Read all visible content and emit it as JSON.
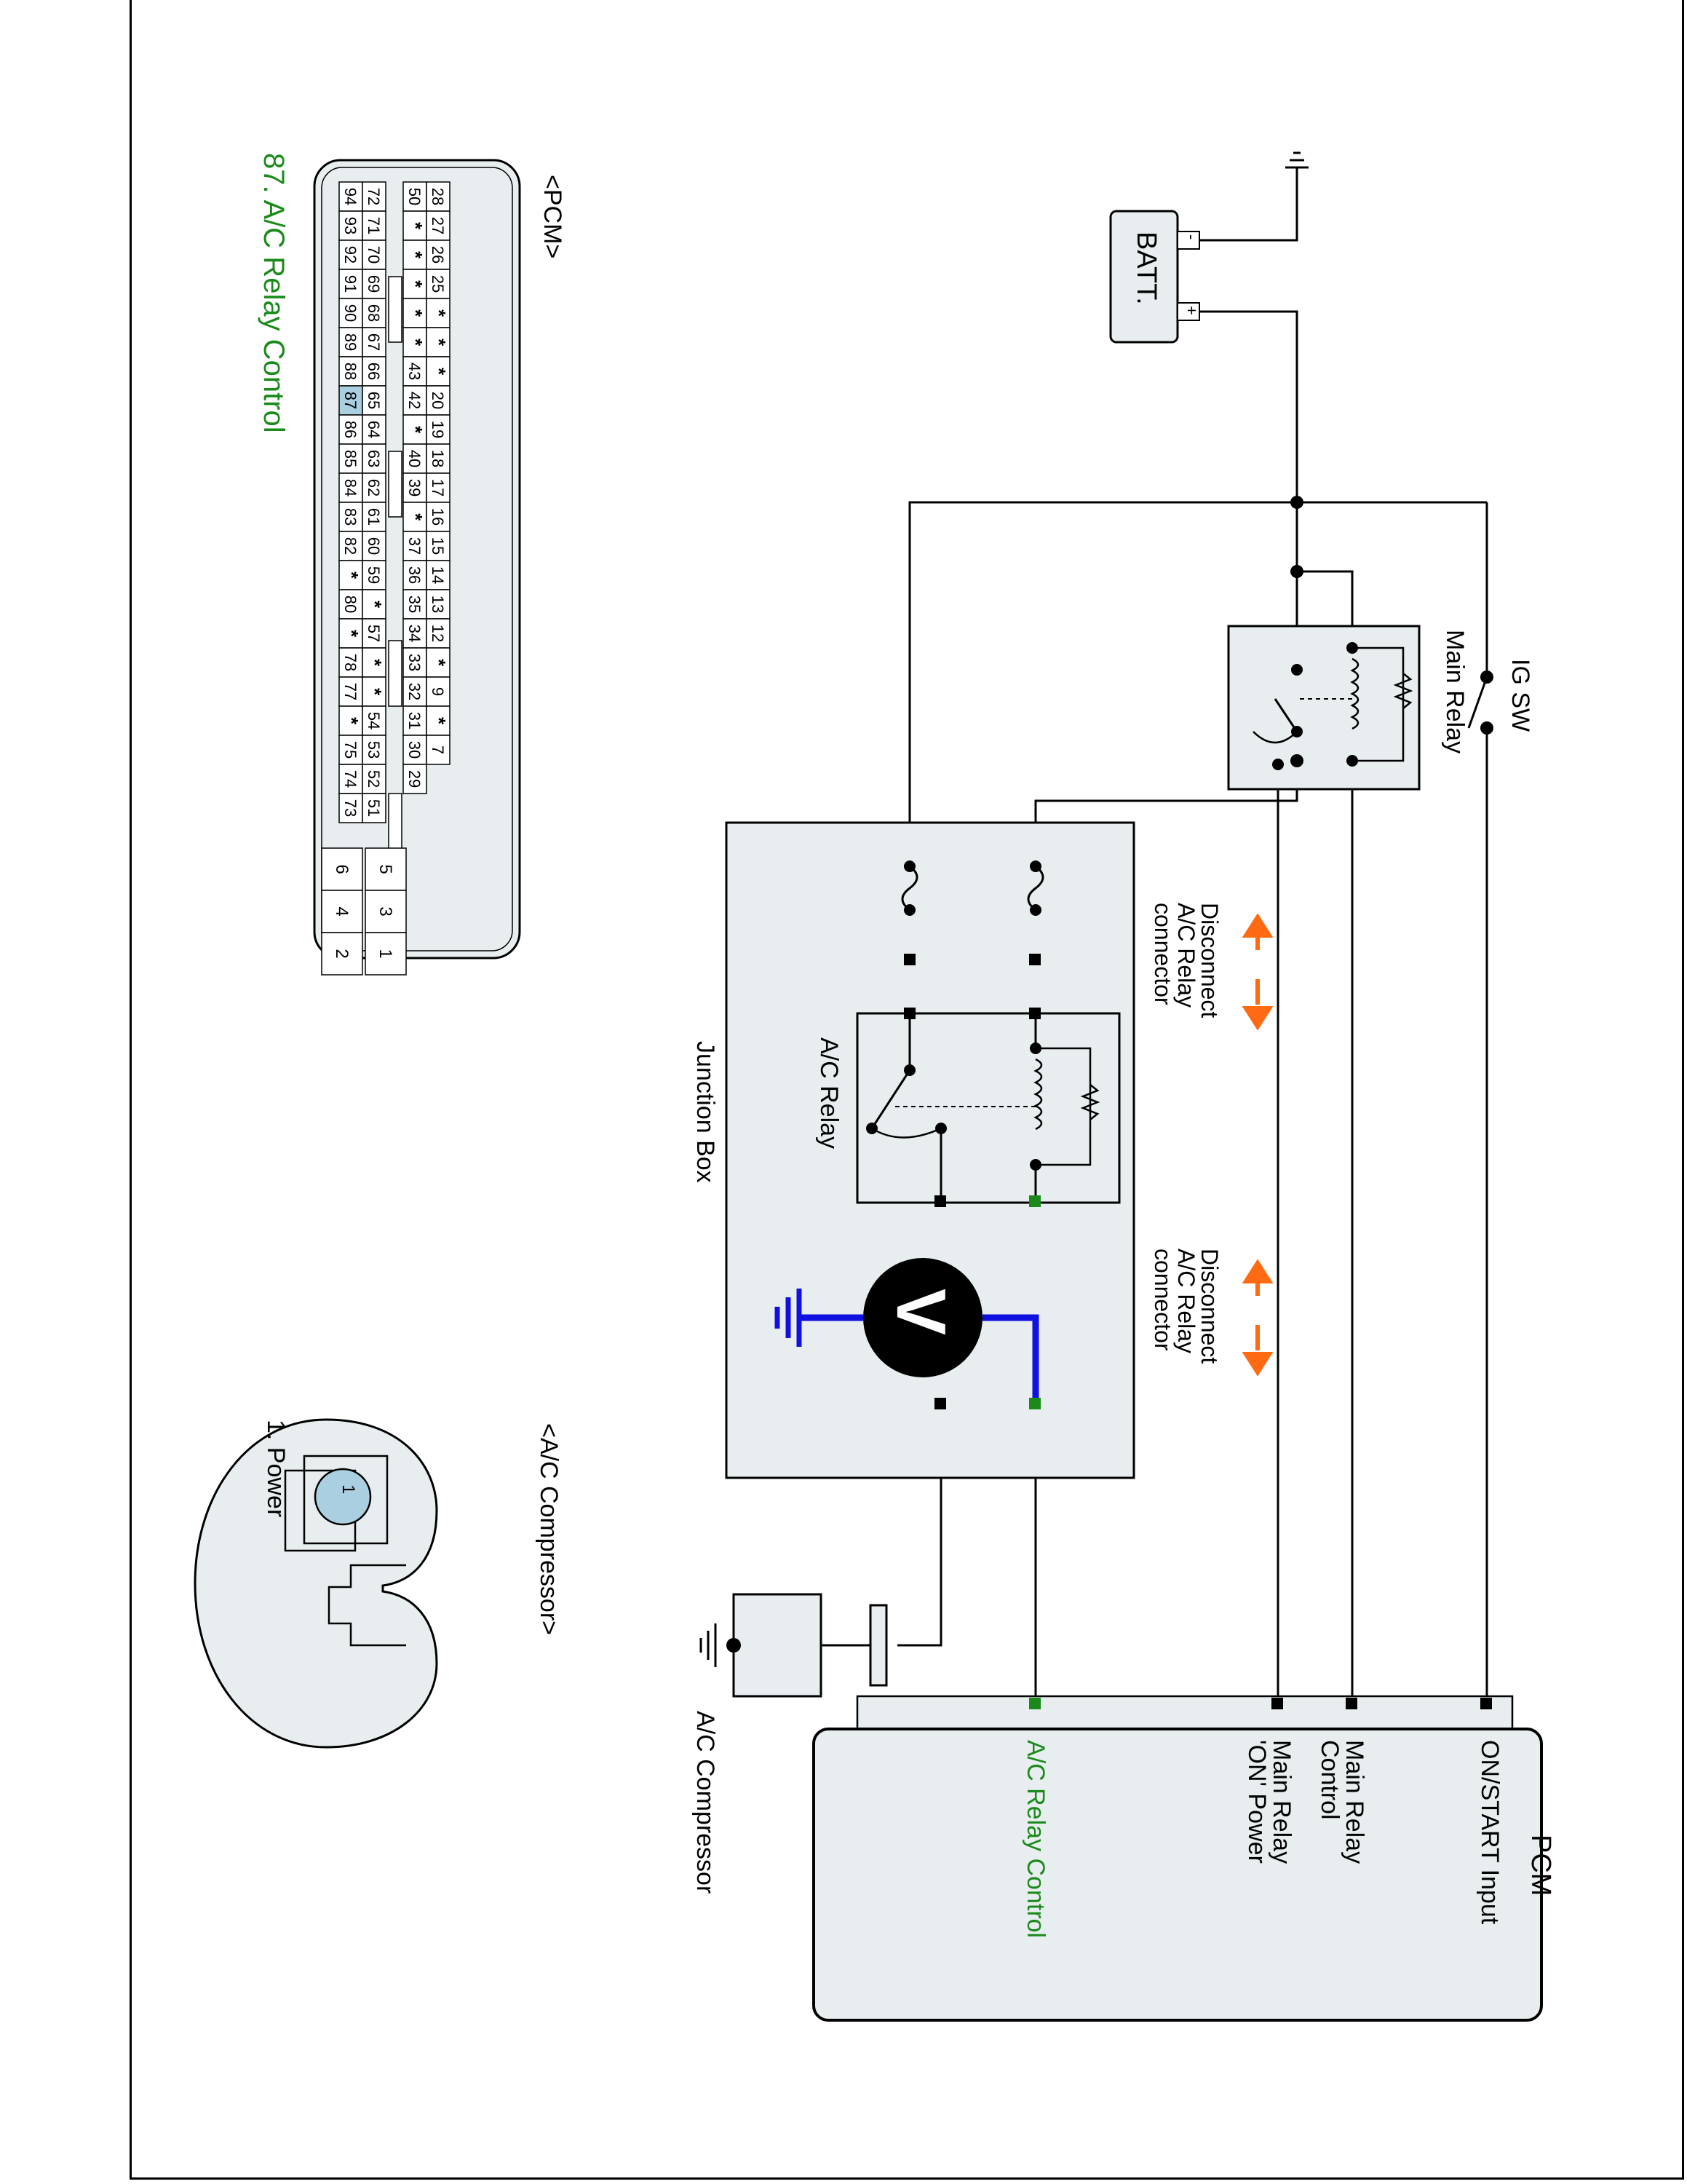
{
  "pcm_connector": {
    "title": "<PCM>",
    "caption": "87. A/C Relay Control",
    "rows": [
      [
        "94",
        "93",
        "92",
        "91",
        "90",
        "89",
        "88",
        "87",
        "86",
        "85",
        "84",
        "83",
        "82",
        "*",
        "80",
        "*",
        "78",
        "77",
        "*",
        "75",
        "74",
        "73"
      ],
      [
        "72",
        "71",
        "70",
        "69",
        "68",
        "67",
        "66",
        "65",
        "64",
        "63",
        "62",
        "61",
        "60",
        "59",
        "*",
        "57",
        "*",
        "*",
        "54",
        "53",
        "52",
        "51"
      ],
      [
        "50",
        "*",
        "*",
        "*",
        "*",
        "*",
        "43",
        "42",
        "*",
        "40",
        "39",
        "*",
        "37",
        "36",
        "35",
        "34",
        "33",
        "32",
        "31",
        "30",
        "29"
      ],
      [
        "28",
        "27",
        "26",
        "25",
        "*",
        "*",
        "*",
        "20",
        "19",
        "18",
        "17",
        "16",
        "15",
        "14",
        "13",
        "12",
        "*",
        "9",
        "*",
        "7"
      ]
    ],
    "highlight": "87",
    "aux_pins": [
      [
        "6",
        "5"
      ],
      [
        "4",
        "3"
      ],
      [
        "2",
        "1"
      ]
    ]
  },
  "compressor_connector": {
    "title": "<A/C Compressor>",
    "pin": "1",
    "caption": "1. Power"
  },
  "components": {
    "battery": "BATT.",
    "battery_pos": "+",
    "battery_neg": "-",
    "ig_sw": "IG SW",
    "main_relay": "Main Relay",
    "junction_box": "Junction Box",
    "ac_relay": "A/C Relay",
    "disconnect_1": [
      "Disconnect",
      "A/C Relay",
      "connector"
    ],
    "disconnect_2": [
      "Disconnect",
      "A/C Relay",
      "connector"
    ],
    "voltmeter": "V",
    "ac_compressor": "A/C Compressor"
  },
  "pcm_box": {
    "title": "PCM",
    "pins": [
      {
        "label": [
          "ON/START Input"
        ],
        "color": "#000000"
      },
      {
        "label": [
          "Main Relay",
          "Control"
        ],
        "color": "#000000"
      },
      {
        "label": [
          "Main Relay",
          "'ON' Power"
        ],
        "color": "#000000"
      },
      {
        "label": [
          "A/C Relay Control"
        ],
        "color": "#1a8a1a"
      }
    ]
  },
  "colors": {
    "highlight_green": "#1a8a1a",
    "meter_lead_blue": "#1010e0",
    "arrow_orange": "#ff6a13",
    "box_fill": "#e8eef0",
    "pin_highlight": "#a9cfe0"
  }
}
